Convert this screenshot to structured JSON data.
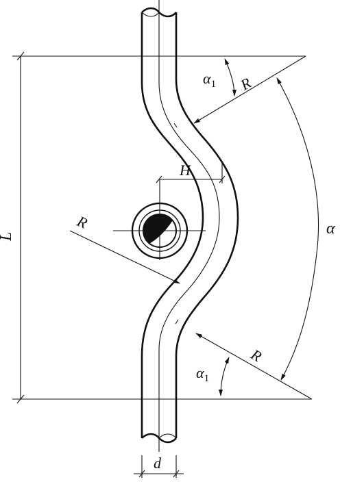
{
  "labels": {
    "length": "L",
    "offset": "H",
    "diameter": "d",
    "radius": "R",
    "bend_angle": "α",
    "angle_symbol": "α",
    "angle_subscript": "1"
  },
  "colors": {
    "ink": "#111111",
    "background": "#ffffff"
  }
}
